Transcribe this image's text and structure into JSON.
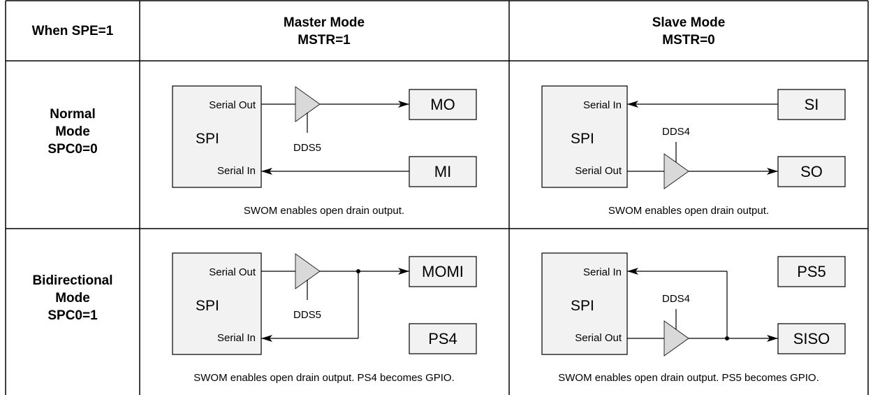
{
  "header": {
    "corner": "When SPE=1",
    "master": [
      "Master Mode",
      "MSTR=1"
    ],
    "slave": [
      "Slave Mode",
      "MSTR=0"
    ]
  },
  "rows": {
    "normal": [
      "Normal",
      "Mode",
      "SPC0=0"
    ],
    "bidir": [
      "Bidirectional",
      "Mode",
      "SPC0=1"
    ]
  },
  "spi": {
    "label": "SPI",
    "serial_out": "Serial Out",
    "serial_in": "Serial In"
  },
  "buffers": {
    "dds5": "DDS5",
    "dds4": "DDS4"
  },
  "pins": {
    "mo": "MO",
    "mi": "MI",
    "si": "SI",
    "so": "SO",
    "momi": "MOMI",
    "ps4": "PS4",
    "ps5": "PS5",
    "siso": "SISO"
  },
  "captions": {
    "normal_master": "SWOM enables open drain output.",
    "normal_slave": "SWOM enables open drain output.",
    "bidir_master": "SWOM enables open drain output. PS4 becomes GPIO.",
    "bidir_slave": "SWOM enables open drain output. PS5 becomes GPIO."
  },
  "colors": {
    "spi_fill": "#f2f2f2",
    "buffer_fill": "#d9d9d9",
    "pin_fill": "#f2f2f2"
  }
}
